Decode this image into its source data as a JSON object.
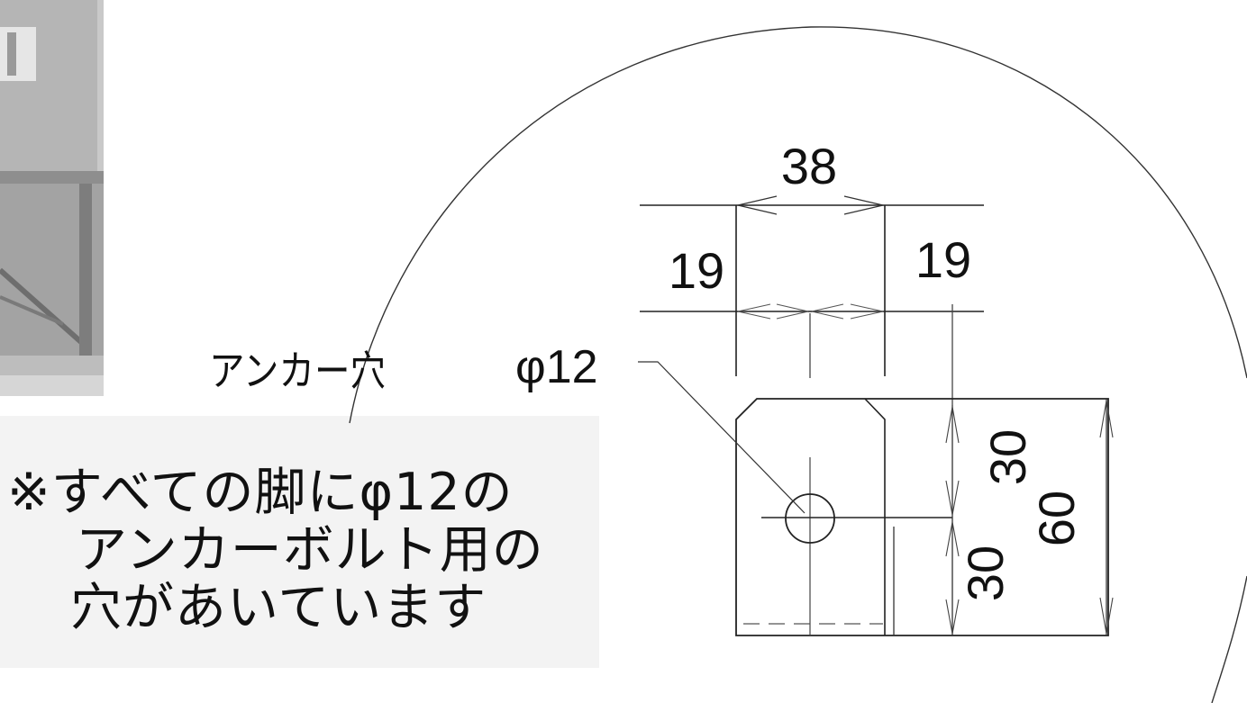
{
  "diagram": {
    "dimensions": {
      "top_width": "38",
      "left_offset": "19",
      "right_offset": "19",
      "upper_height": "30",
      "lower_height": "30",
      "total_height": "60"
    },
    "labels": {
      "anchor_hole": "アンカー穴",
      "hole_diameter": "φ12"
    }
  },
  "note": {
    "line1": "※すべての脚にφ12の",
    "line2": "アンカーボルト用の",
    "line3": "穴があいています"
  }
}
